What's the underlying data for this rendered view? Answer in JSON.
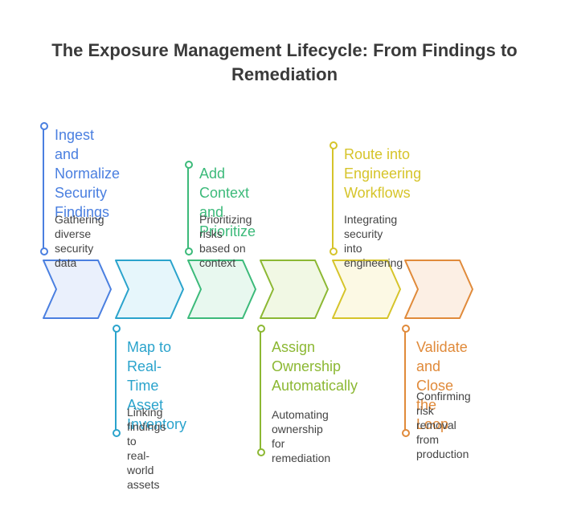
{
  "title": "The Exposure Management Lifecycle: From Findings to\nRemediation",
  "stages": [
    {
      "heading": "Ingest and\nNormalize\nSecurity\nFindings",
      "description": "Gathering diverse\nsecurity data",
      "color": "#4a7fe0",
      "fill": "#eaf0fc",
      "position": "top"
    },
    {
      "heading": "Map to Real-\nTime Asset\nInventory",
      "description": "Linking findings to\nreal-world assets",
      "color": "#2aa3cc",
      "fill": "#e6f6fb",
      "position": "bottom"
    },
    {
      "heading": "Add Context\nand Prioritize",
      "description": "Prioritizing risks\nbased on context",
      "color": "#3cba7a",
      "fill": "#e8f8ef",
      "position": "top"
    },
    {
      "heading": "Assign\nOwnership\nAutomatically",
      "description": "Automating\nownership for\nremediation",
      "color": "#8cb833",
      "fill": "#f1f8e4",
      "position": "bottom"
    },
    {
      "heading": "Route into\nEngineering\nWorkflows",
      "description": "Integrating security\ninto engineering",
      "color": "#d6c42a",
      "fill": "#fcf9e4",
      "position": "top"
    },
    {
      "heading": "Validate and\nClose the Loop",
      "description": "Confirming risk\nremoval from\nproduction",
      "color": "#e08a3a",
      "fill": "#fcefe4",
      "position": "bottom"
    }
  ]
}
